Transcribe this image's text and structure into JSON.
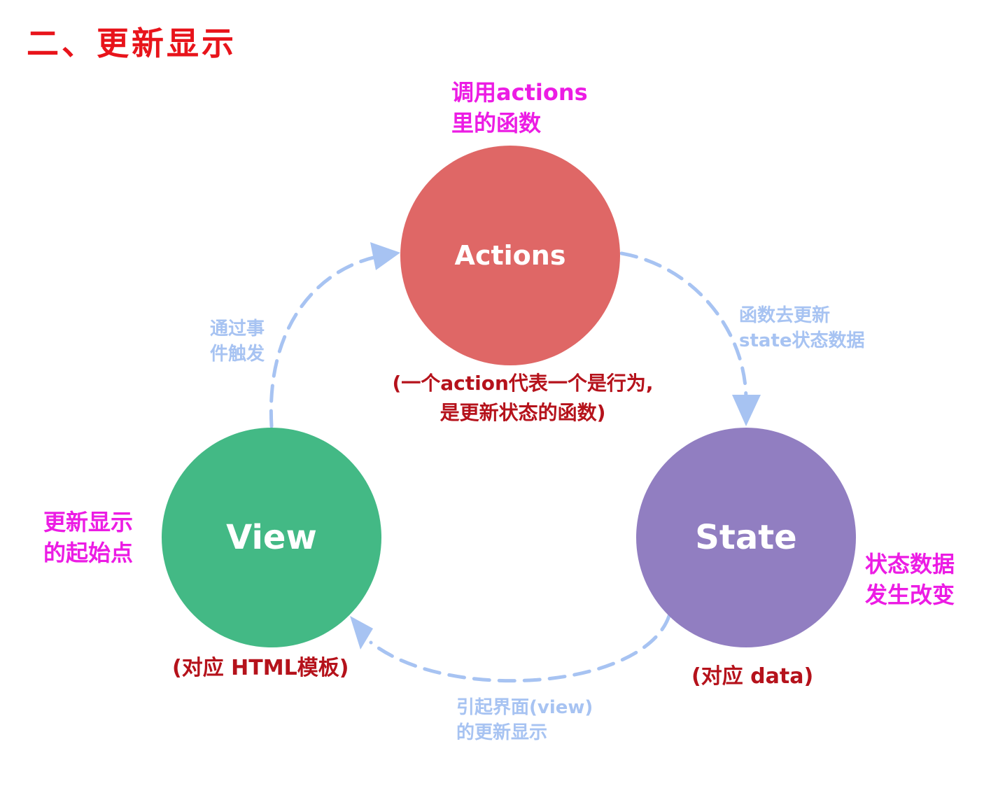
{
  "title": "二、更新显示",
  "nodes": {
    "actions": {
      "label": "Actions",
      "note_line1": "调用actions",
      "note_line2": "里的函数",
      "desc_line1": "(一个action代表一个是行为,",
      "desc_line2": "是更新状态的函数)"
    },
    "state": {
      "label": "State",
      "note_line1": "状态数据",
      "note_line2": "发生改变",
      "desc": "(对应 data)"
    },
    "view": {
      "label": "View",
      "note_line1": "更新显示",
      "note_line2": "的起始点",
      "desc": "(对应 HTML模板)"
    }
  },
  "edges": {
    "view_to_actions": {
      "line1": "通过事",
      "line2": "件触发"
    },
    "actions_to_state": {
      "line1": "函数去更新",
      "line2": "state状态数据"
    },
    "state_to_view": {
      "line1": "引起界面(view)",
      "line2": "的更新显示"
    }
  },
  "colors": {
    "title": "#e8141b",
    "note": "#ec1ce4",
    "desc": "#b5121b",
    "edge": "#a7c3f2",
    "actions": "#df6766",
    "view": "#43b985",
    "state": "#917ec1"
  }
}
